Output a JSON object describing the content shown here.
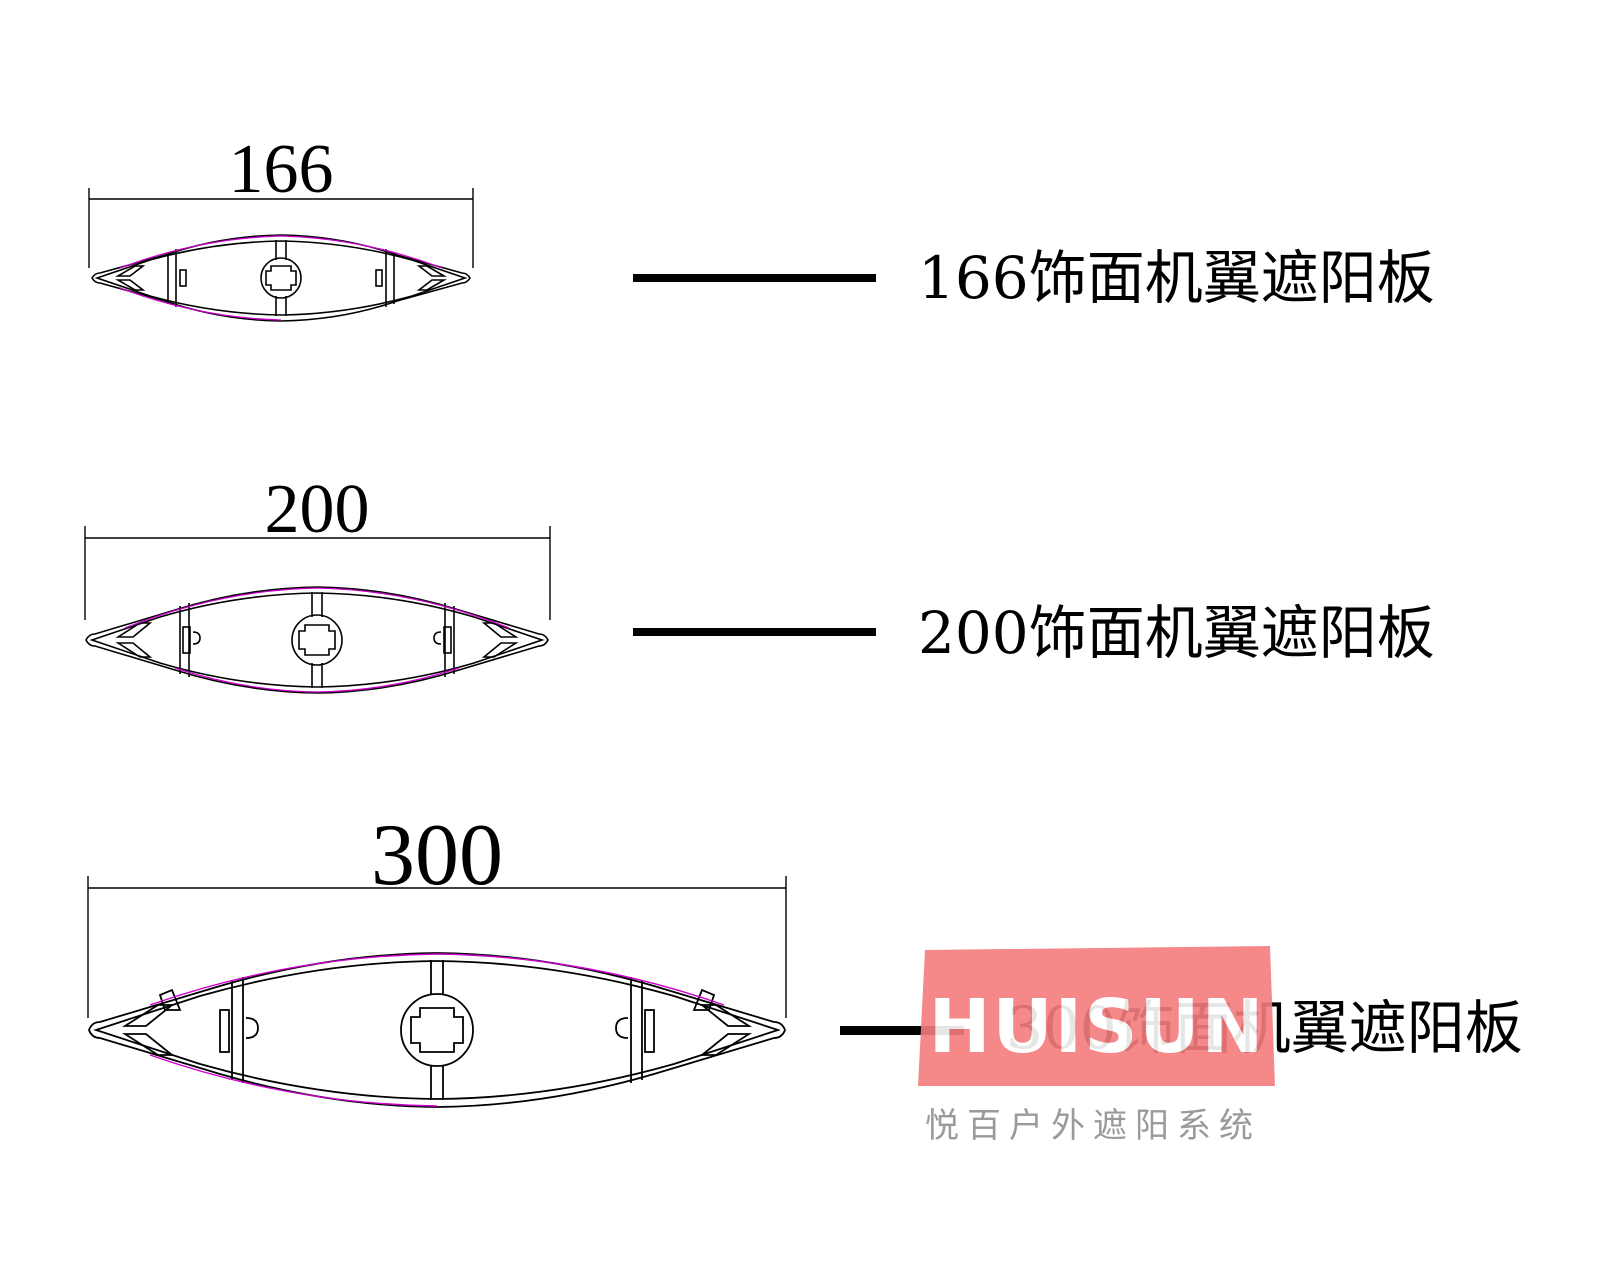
{
  "profiles": [
    {
      "dimension": "166",
      "label": "166饰面机翼遮阳板"
    },
    {
      "dimension": "200",
      "label": "200饰面机翼遮阳板"
    },
    {
      "dimension": "300",
      "label": "300饰面机翼遮阳板"
    }
  ],
  "watermark": {
    "logo_text": "HUISUN",
    "caption": "悦百户外遮阳系统",
    "logo_color": "#f47c7c",
    "caption_color": "#9a9a9a"
  },
  "colors": {
    "outline": "#000000",
    "accent_skin": "#cc00cc"
  }
}
